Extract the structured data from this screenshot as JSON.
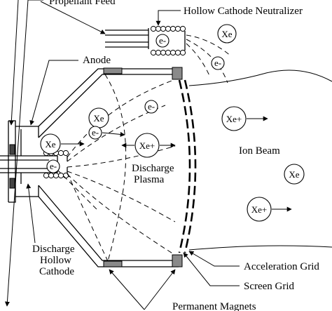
{
  "labels": {
    "propellant_feed": "Propellant Feed",
    "hollow_cathode_neutralizer": "Hollow Cathode Neutralizer",
    "anode": "Anode",
    "ion_beam": "Ion Beam",
    "discharge_plasma_line1": "Discharge",
    "discharge_plasma_line2": "Plasma",
    "discharge_hollow_cathode_line1": "Discharge",
    "discharge_hollow_cathode_line2": "Hollow",
    "discharge_hollow_cathode_line3": "Cathode",
    "acceleration_grid": "Acceleration Grid",
    "screen_grid": "Screen Grid",
    "permanent_magnets": "Permanent Magnets"
  },
  "particles": {
    "xe": "Xe",
    "xe_ion": "Xe+",
    "electron": "e-"
  }
}
